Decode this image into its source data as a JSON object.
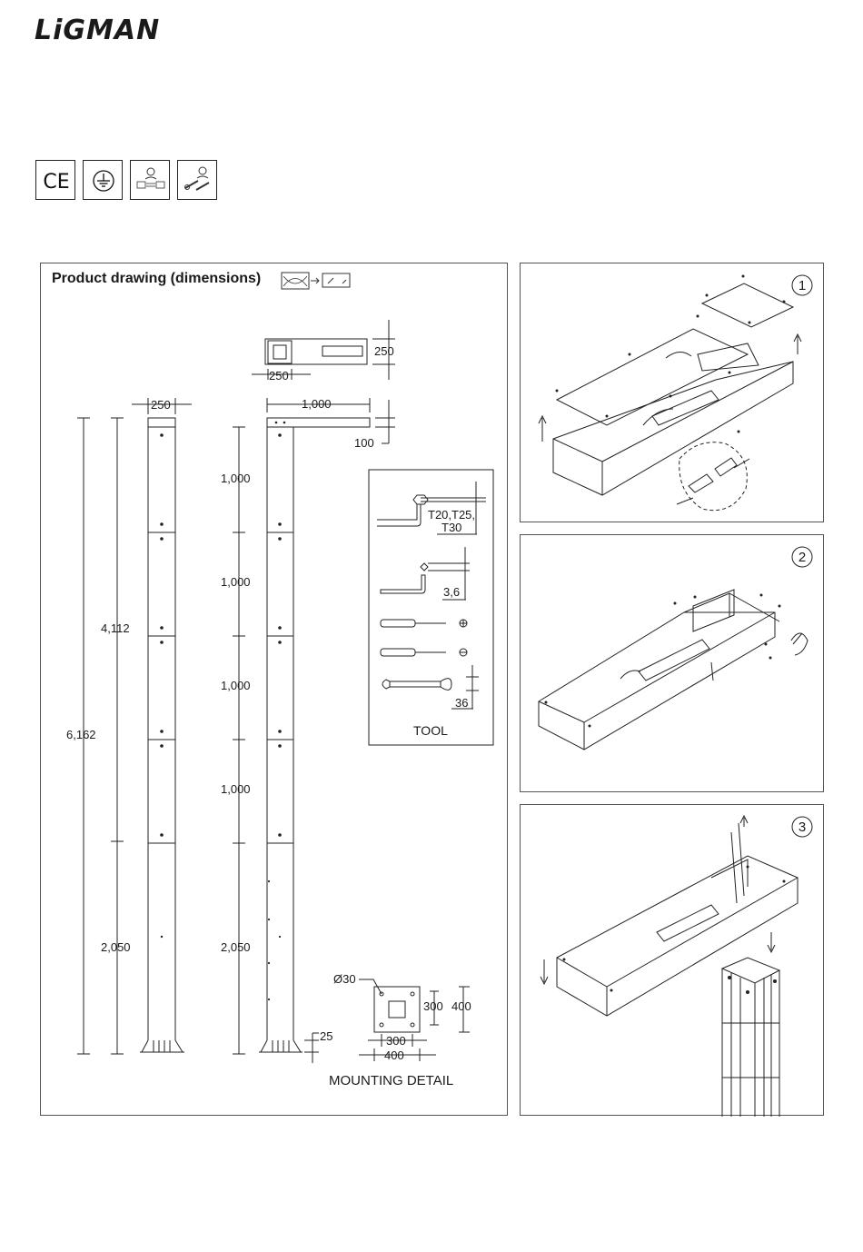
{
  "brand": "LiGMAN",
  "certifications": [
    {
      "label": "CE",
      "icon": "ce-mark-icon"
    },
    {
      "label": "",
      "icon": "earth-ground-icon"
    },
    {
      "label": "",
      "icon": "installer-voltage-icon"
    },
    {
      "label": "",
      "icon": "installer-tools-icon"
    }
  ],
  "drawing": {
    "title": "Product drawing (dimensions)",
    "top_view": {
      "height": "250",
      "width": "250"
    },
    "pole": {
      "width": "250",
      "total_height": "6,162",
      "upper_height": "4,112",
      "lower_height": "2,050",
      "section_height": "1,000",
      "arm_length": "1,000",
      "arm_height": "100",
      "base_height": "25"
    },
    "tool": {
      "caption": "TOOL",
      "torx": "T20,T25,",
      "torx2": "T30",
      "hex": "3,6",
      "wrench": "36",
      "phillips_symbol": "⊕",
      "flat_symbol": "⊖"
    },
    "mounting": {
      "caption": "MOUNTING DETAIL",
      "hole": "Ø30",
      "inner_vertical": "300",
      "outer_vertical": "400",
      "inner_horizontal": "300",
      "outer_horizontal": "400"
    }
  },
  "steps": [
    {
      "number": "1"
    },
    {
      "number": "2"
    },
    {
      "number": "3"
    }
  ]
}
